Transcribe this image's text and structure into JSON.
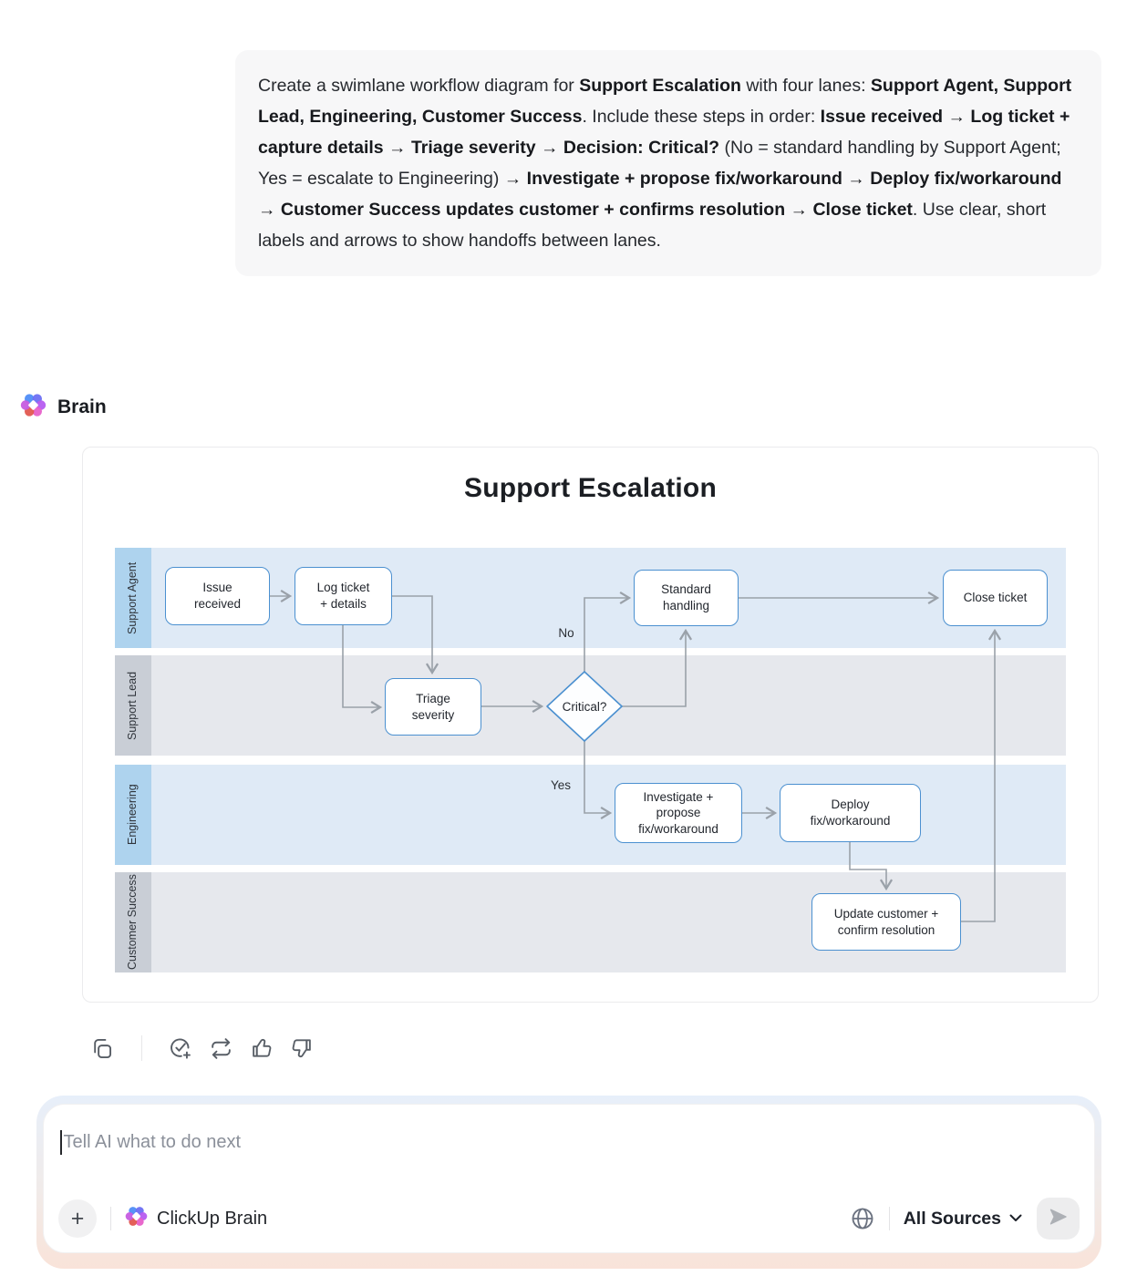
{
  "prompt": {
    "segments": [
      {
        "text": "Create a swimlane workflow diagram for ",
        "bold": false
      },
      {
        "text": "Support Escalation",
        "bold": true
      },
      {
        "text": " with four lanes: ",
        "bold": false
      },
      {
        "text": "Support Agent, Support Lead, Engineering, Customer Success",
        "bold": true
      },
      {
        "text": ". Include these steps in order: ",
        "bold": false
      },
      {
        "text": "Issue received → Log ticket + capture details → Triage severity → Decision: Critical?",
        "bold": true
      },
      {
        "text": " (No = standard handling by Support Agent; Yes = escalate to Engineering) ",
        "bold": false
      },
      {
        "text": "→ Investigate + propose fix/workaround → Deploy fix/workaround → Customer Success updates customer + confirms resolution → Close ticket",
        "bold": true
      },
      {
        "text": ". Use clear, short labels and arrows to show handoffs between lanes.",
        "bold": false
      }
    ]
  },
  "assistant": {
    "name": "Brain",
    "logo_icon": "clickup-brain-flower-icon"
  },
  "diagram": {
    "title": "Support Escalation",
    "lanes": [
      {
        "label": "Support Agent",
        "color": "blue"
      },
      {
        "label": "Support Lead",
        "color": "gray"
      },
      {
        "label": "Engineering",
        "color": "blue"
      },
      {
        "label": "Customer Success",
        "color": "gray"
      }
    ],
    "nodes": [
      {
        "id": "issue-received",
        "lane": "Support Agent",
        "label": "Issue\nreceived"
      },
      {
        "id": "log-ticket",
        "lane": "Support Agent",
        "label": "Log ticket\n+ details"
      },
      {
        "id": "standard-handling",
        "lane": "Support Agent",
        "label": "Standard\nhandling"
      },
      {
        "id": "close-ticket",
        "lane": "Support Agent",
        "label": "Close ticket"
      },
      {
        "id": "triage-severity",
        "lane": "Support Lead",
        "label": "Triage\nseverity"
      },
      {
        "id": "critical-decision",
        "lane": "Support Lead",
        "label": "Critical?",
        "shape": "diamond"
      },
      {
        "id": "investigate",
        "lane": "Engineering",
        "label": "Investigate +\npropose\nfix/workaround"
      },
      {
        "id": "deploy",
        "lane": "Engineering",
        "label": "Deploy\nfix/workaround"
      },
      {
        "id": "update-customer",
        "lane": "Customer Success",
        "label": "Update customer +\nconfirm resolution"
      }
    ],
    "edge_labels": {
      "no": "No",
      "yes": "Yes"
    },
    "colors": {
      "node_border": "#4b90d0",
      "arrow": "#9aa1a9",
      "lane_label_blue": "#aed3ee",
      "lane_body_blue": "#dfeaf6",
      "lane_label_gray": "#c9ced6",
      "lane_body_gray": "#e6e8ed"
    }
  },
  "actions": [
    {
      "icon": "copy-icon",
      "name": "copy"
    },
    {
      "icon": "add-task-check-icon",
      "name": "create-task"
    },
    {
      "icon": "regenerate-icon",
      "name": "regenerate"
    },
    {
      "icon": "thumbs-up-icon",
      "name": "thumbs-up"
    },
    {
      "icon": "thumbs-down-icon",
      "name": "thumbs-down"
    }
  ],
  "composer": {
    "placeholder": "Tell AI what to do next",
    "add_label": "+",
    "model_label": "ClickUp Brain",
    "sources_label": "All Sources",
    "icons": [
      "plus-icon",
      "clickup-brain-flower-icon",
      "globe-icon",
      "chevron-down-icon",
      "send-icon"
    ]
  }
}
